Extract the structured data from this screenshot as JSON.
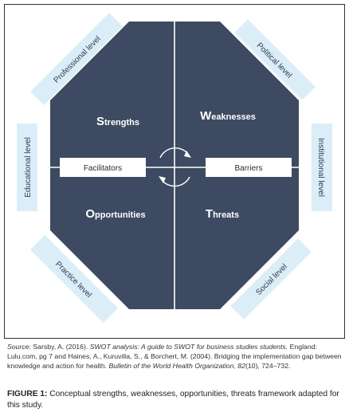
{
  "diagram": {
    "quadrants": {
      "strengths": {
        "initial": "S",
        "rest": "trengths"
      },
      "weaknesses": {
        "initial": "W",
        "rest": "eaknesses"
      },
      "opportunities": {
        "initial": "O",
        "rest": "pportunities"
      },
      "threats": {
        "initial": "T",
        "rest": "hreats"
      }
    },
    "band": {
      "left": "Facilitators",
      "right": "Barriers"
    },
    "levels": {
      "professional": "Professional level",
      "political": "Political level",
      "educational": "Educational level",
      "institutional": "Institutional level",
      "practice": "Practice level",
      "social": "Social level"
    },
    "colors": {
      "octagon": "#3e4a61",
      "level_box": "#dbeef8",
      "band": "#ffffff"
    }
  },
  "source": {
    "label": "Source:",
    "authors1": "Sarsby, A. (2016).",
    "title1": "SWOT analysis: A guide to SWOT for business studies students.",
    "rest1": "England: Lulu.com, pg 7 and Haines, A., Kuruvilla, S., & Borchert, M. (2004). Bridging the implementation gap between knowledge and action for health.",
    "journal": "Bulletin of the World Health Organization, 82",
    "rest2": "(10), 724–732."
  },
  "caption": {
    "label": "FIGURE 1:",
    "text": "Conceptual strengths, weaknesses, opportunities, threats framework adapted for this study."
  }
}
